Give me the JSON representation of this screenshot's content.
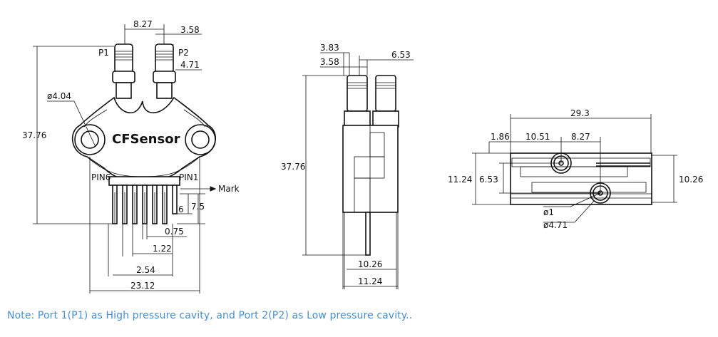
{
  "front_view": {
    "brand": "CFSensor",
    "port1": "P1",
    "port2": "P2",
    "pin6": "PIN6",
    "pin1": "PIN1",
    "mark": "Mark",
    "dim_port_spacing": "8.27",
    "dim_port_dia_358": "3.58",
    "dim_port_dia_471": "4.71",
    "dim_hole": "ø4.04",
    "dim_height": "37.76",
    "dim_pin_6": "6",
    "dim_pin_75": "7.5",
    "dim_pin_075": "0.75",
    "dim_pin_122": "1.22",
    "dim_pin_254": "2.54",
    "dim_width": "23.12"
  },
  "side_view": {
    "dim_383": "3.83",
    "dim_358": "3.58",
    "dim_653": "6.53",
    "dim_height": "37.76",
    "dim_1026": "10.26",
    "dim_1124": "11.24"
  },
  "top_view": {
    "dim_293": "29.3",
    "dim_186": "1.86",
    "dim_1051": "10.51",
    "dim_827": "8.27",
    "dim_1124": "11.24",
    "dim_653": "6.53",
    "dim_1026": "10.26",
    "dim_d1": "ø1",
    "dim_d471": "ø4.71"
  },
  "note": "Note: Port 1(P1) as High pressure cavity, and Port 2(P2) as Low pressure cavity.."
}
